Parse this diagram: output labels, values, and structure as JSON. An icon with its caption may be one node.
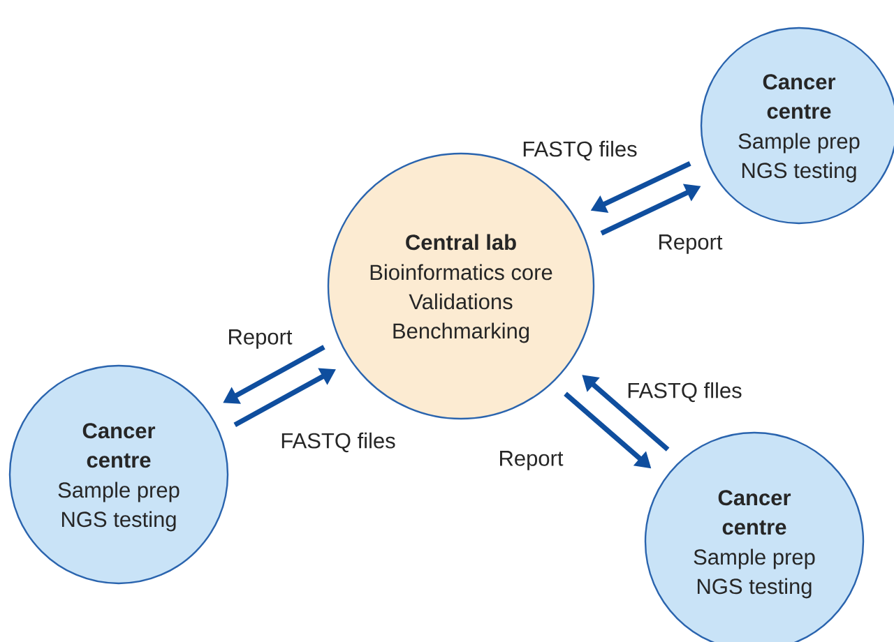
{
  "diagram": {
    "nodes": [
      {
        "text": [
          "Central lab",
          "Bioinformatics core Validations Benchmarking"
        ]
      },
      {
        "text": [
          "Cancer centre",
          "Sample prep NGS testing"
        ]
      },
      {
        "text": [
          "Cancer centre",
          "Sample prep NGS testing"
        ]
      },
      {
        "text": [
          "Cancer centre",
          "Sample prep NGS testing"
        ]
      }
    ],
    "edges": [
      {
        "from": 1,
        "to": 0,
        "arrow": "to",
        "label": "FASTQ files"
      },
      {
        "from": 0,
        "to": 1,
        "arrow": "to",
        "label": "Report"
      },
      {
        "from": 0,
        "to": 2,
        "arrow": "to",
        "label": "Report"
      },
      {
        "from": 2,
        "to": 0,
        "arrow": "to",
        "label": "FASTQ files"
      },
      {
        "from": 3,
        "to": 0,
        "arrow": "to",
        "label": "FASTQ flles"
      },
      {
        "from": 0,
        "to": 3,
        "arrow": "to",
        "label": "Report"
      }
    ]
  }
}
